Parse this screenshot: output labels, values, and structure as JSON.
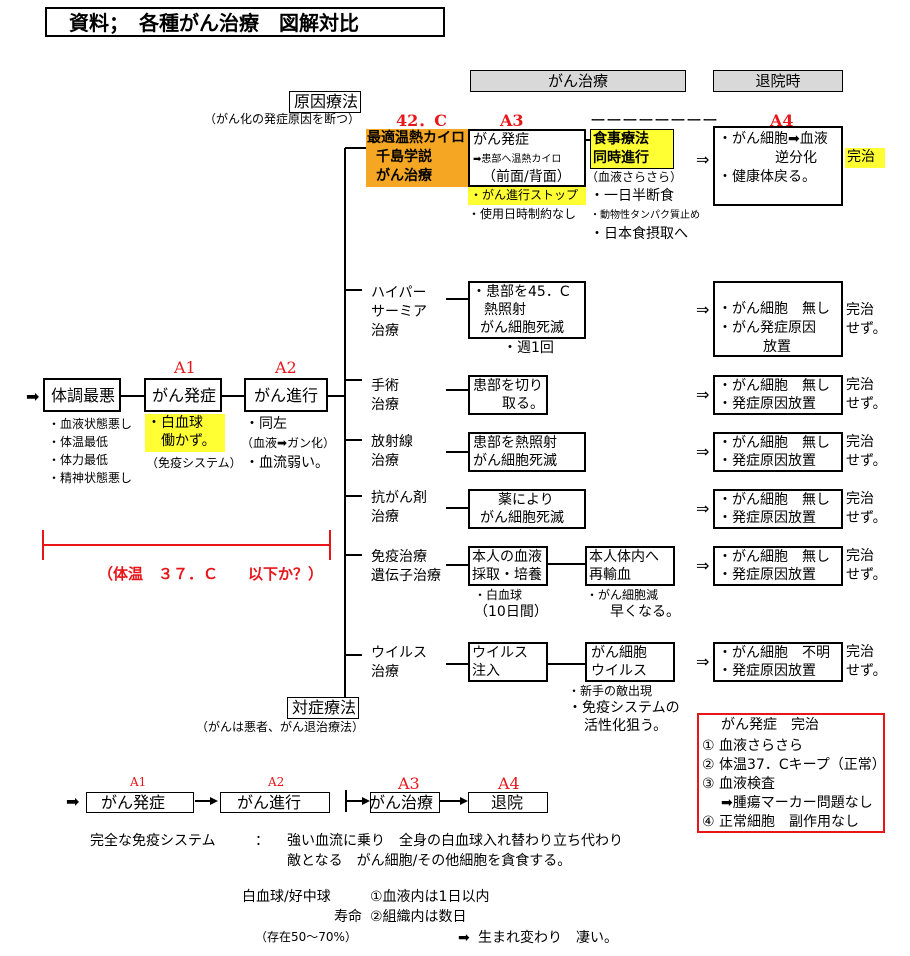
{
  "title": "資料；　各種がん治療　図解対比",
  "header": {
    "treatment": "がん治療",
    "discharge": "退院時",
    "dashes": "ーーーーーーーー"
  },
  "cause_therapy": {
    "label": "原因療法",
    "note": "（がん化の発症原因を断つ）"
  },
  "symptom_therapy": {
    "label": "対症療法",
    "note": "（がんは悪者、がん退治療法）"
  },
  "left": {
    "start_box": "体調最悪",
    "start_notes": [
      "・血液状態悪し",
      "・体温最低",
      "・体力最低",
      "・精神状態悪し"
    ],
    "a1_label": "A1",
    "a1_box": "がん発症",
    "a1_notes": [
      "・白血球",
      "　働かず。"
    ],
    "a1_sub": "（免疫システム）",
    "a2_label": "A2",
    "a2_box": "がん進行",
    "a2_notes": [
      "・同左",
      "（血液➡ガン化）",
      "・血流弱い。"
    ],
    "temp": "（体温　３７．Ｃ　　以下か？）"
  },
  "top_row": {
    "temp_label": "42．C",
    "orange": [
      "最適温熱カイロ",
      "千島学説",
      "がん治療"
    ],
    "a3_label": "A3",
    "box1": [
      "がん発症",
      "➡患部へ温熱カイロ",
      "（前面/背面）"
    ],
    "stop": "・がん進行ストップ",
    "limit": "・使用日時制約なし",
    "diet_box": [
      "食事療法",
      "同時進行"
    ],
    "diet_notes": [
      "（血液さらさら）",
      "・一日半断食",
      "・動物性タンパク質止め",
      "・日本食摂取へ"
    ],
    "a4_label": "A4",
    "result_box": [
      "・がん細胞➡血液",
      "逆分化",
      "・健康体戻る。"
    ],
    "result": "完治"
  },
  "therapies": [
    {
      "name": [
        "ハイパー",
        "サーミア",
        "治療"
      ],
      "box": [
        "・患部を45．C",
        "熱照射",
        "がん細胞死滅"
      ],
      "note": "・週1回",
      "result_box": [
        "・がん細胞　無し",
        "・がん発症原因",
        "放置"
      ],
      "result": [
        "完治",
        "せず。"
      ]
    },
    {
      "name": [
        "手術",
        "治療"
      ],
      "box": [
        "患部を切り",
        "取る。"
      ],
      "result_box": [
        "・がん細胞　無し",
        "・発症原因放置"
      ],
      "result": [
        "完治",
        "せず。"
      ]
    },
    {
      "name": [
        "放射線",
        "治療"
      ],
      "box": [
        "患部を熱照射",
        "がん細胞死滅"
      ],
      "result_box": [
        "・がん細胞　無し",
        "・発症原因放置"
      ],
      "result": [
        "完治",
        "せず。"
      ]
    },
    {
      "name": [
        "抗がん剤",
        "治療"
      ],
      "box": [
        "薬により",
        "がん細胞死滅"
      ],
      "result_box": [
        "・がん細胞　無し",
        "・発症原因放置"
      ],
      "result": [
        "完治",
        "せず。"
      ]
    },
    {
      "name": [
        "免疫治療",
        "遺伝子治療"
      ],
      "box": [
        "本人の血液",
        "採取・培養"
      ],
      "box2": [
        "本人体内へ",
        "再輸血"
      ],
      "note": [
        "・白血球",
        "（10日間）"
      ],
      "note2": [
        "・がん細胞減",
        "早くなる。"
      ],
      "result_box": [
        "・がん細胞　無し",
        "・発症原因放置"
      ],
      "result": [
        "完治",
        "せず。"
      ]
    },
    {
      "name": [
        "ウイルス",
        "治療"
      ],
      "box": [
        "ウイルス",
        "注入"
      ],
      "box2": [
        "がん細胞",
        "ウイルス"
      ],
      "note2": [
        "・新手の敵出現",
        "・免疫システムの",
        "活性化狙う。"
      ],
      "result_box": [
        "・がん細胞　不明",
        "・発症原因放置"
      ],
      "result": [
        "完治",
        "せず。"
      ]
    }
  ],
  "arrow_sym": "⇒",
  "redbox": {
    "title": "がん発症　完治",
    "items": [
      "① 血液さらさら",
      "② 体温37．Cキープ（正常）",
      "③ 血液検査",
      "➡腫瘍マーカー問題なし",
      "④ 正常細胞　副作用なし"
    ]
  },
  "flow": {
    "labels": [
      "A1",
      "A2",
      "A3",
      "A4"
    ],
    "boxes": [
      "がん発症",
      "がん進行",
      "がん治療",
      "退院"
    ]
  },
  "immune": {
    "label": "完全な免疫システム",
    "colon": "：",
    "line1": "強い血流に乗り　全身の白血球入れ替わり立ち代わり",
    "line2": "敵となる　がん細胞/その他細胞を貪食する。"
  },
  "wbc": {
    "line1a": "白血球/好中球",
    "line1b": "①血液内は1日以内",
    "line2a": "寿命",
    "line2b": "②組織内は数日",
    "line3a": "（存在50～70%）",
    "line3b": "生まれ変わり　凄い。"
  }
}
